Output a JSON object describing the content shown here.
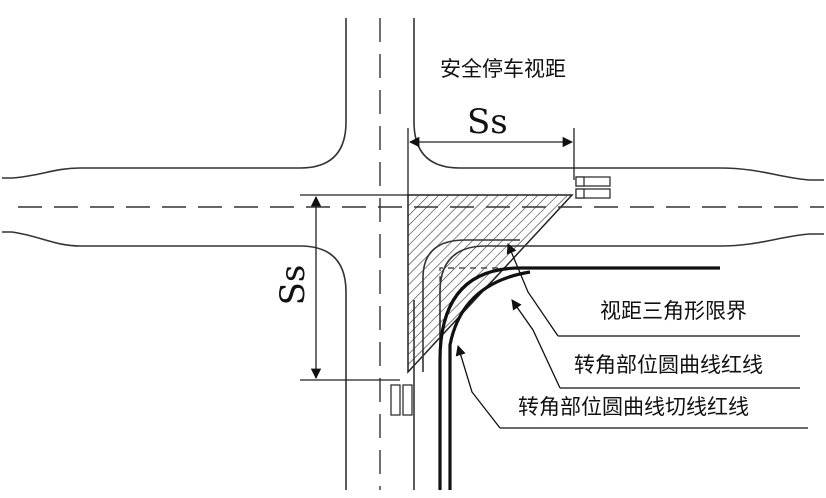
{
  "diagram": {
    "title": "安全停车视距",
    "ss_horizontal": "Ss",
    "ss_vertical": "Ss",
    "callout_triangle": "视距三角形限界",
    "callout_curve": "转角部位圆曲线红线",
    "callout_tangent": "转角部位圆曲线切线红线"
  }
}
